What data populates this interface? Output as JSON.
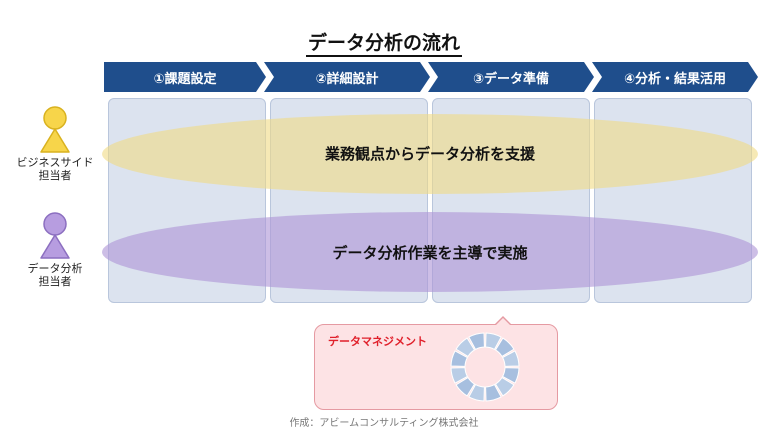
{
  "title": "データ分析の流れ",
  "phases": [
    {
      "label": "①課題設定"
    },
    {
      "label": "②詳細設計"
    },
    {
      "label": "③データ準備"
    },
    {
      "label": "④分析・結果活用"
    }
  ],
  "bands": {
    "business": "業務観点からデータ分析を支援",
    "analyst": "データ分析作業を主導で実施"
  },
  "actors": {
    "business": {
      "line1": "ビジネスサイド",
      "line2": "担当者",
      "color": "#f7d54a"
    },
    "analyst": {
      "line1": "データ分析",
      "line2": "担当者",
      "color": "#b79de0"
    }
  },
  "data_management": {
    "label": "データマネジメント",
    "ring_segments": 12
  },
  "credit": "作成：アビームコンサルティング株式会社",
  "colors": {
    "phase_arrow": "#1f4e8c",
    "phase_column": "#dce3ef",
    "business_band": "#f0db84",
    "analyst_band": "#af96d7",
    "dm_box": "#fde3e5",
    "dm_label": "#e0202b"
  }
}
